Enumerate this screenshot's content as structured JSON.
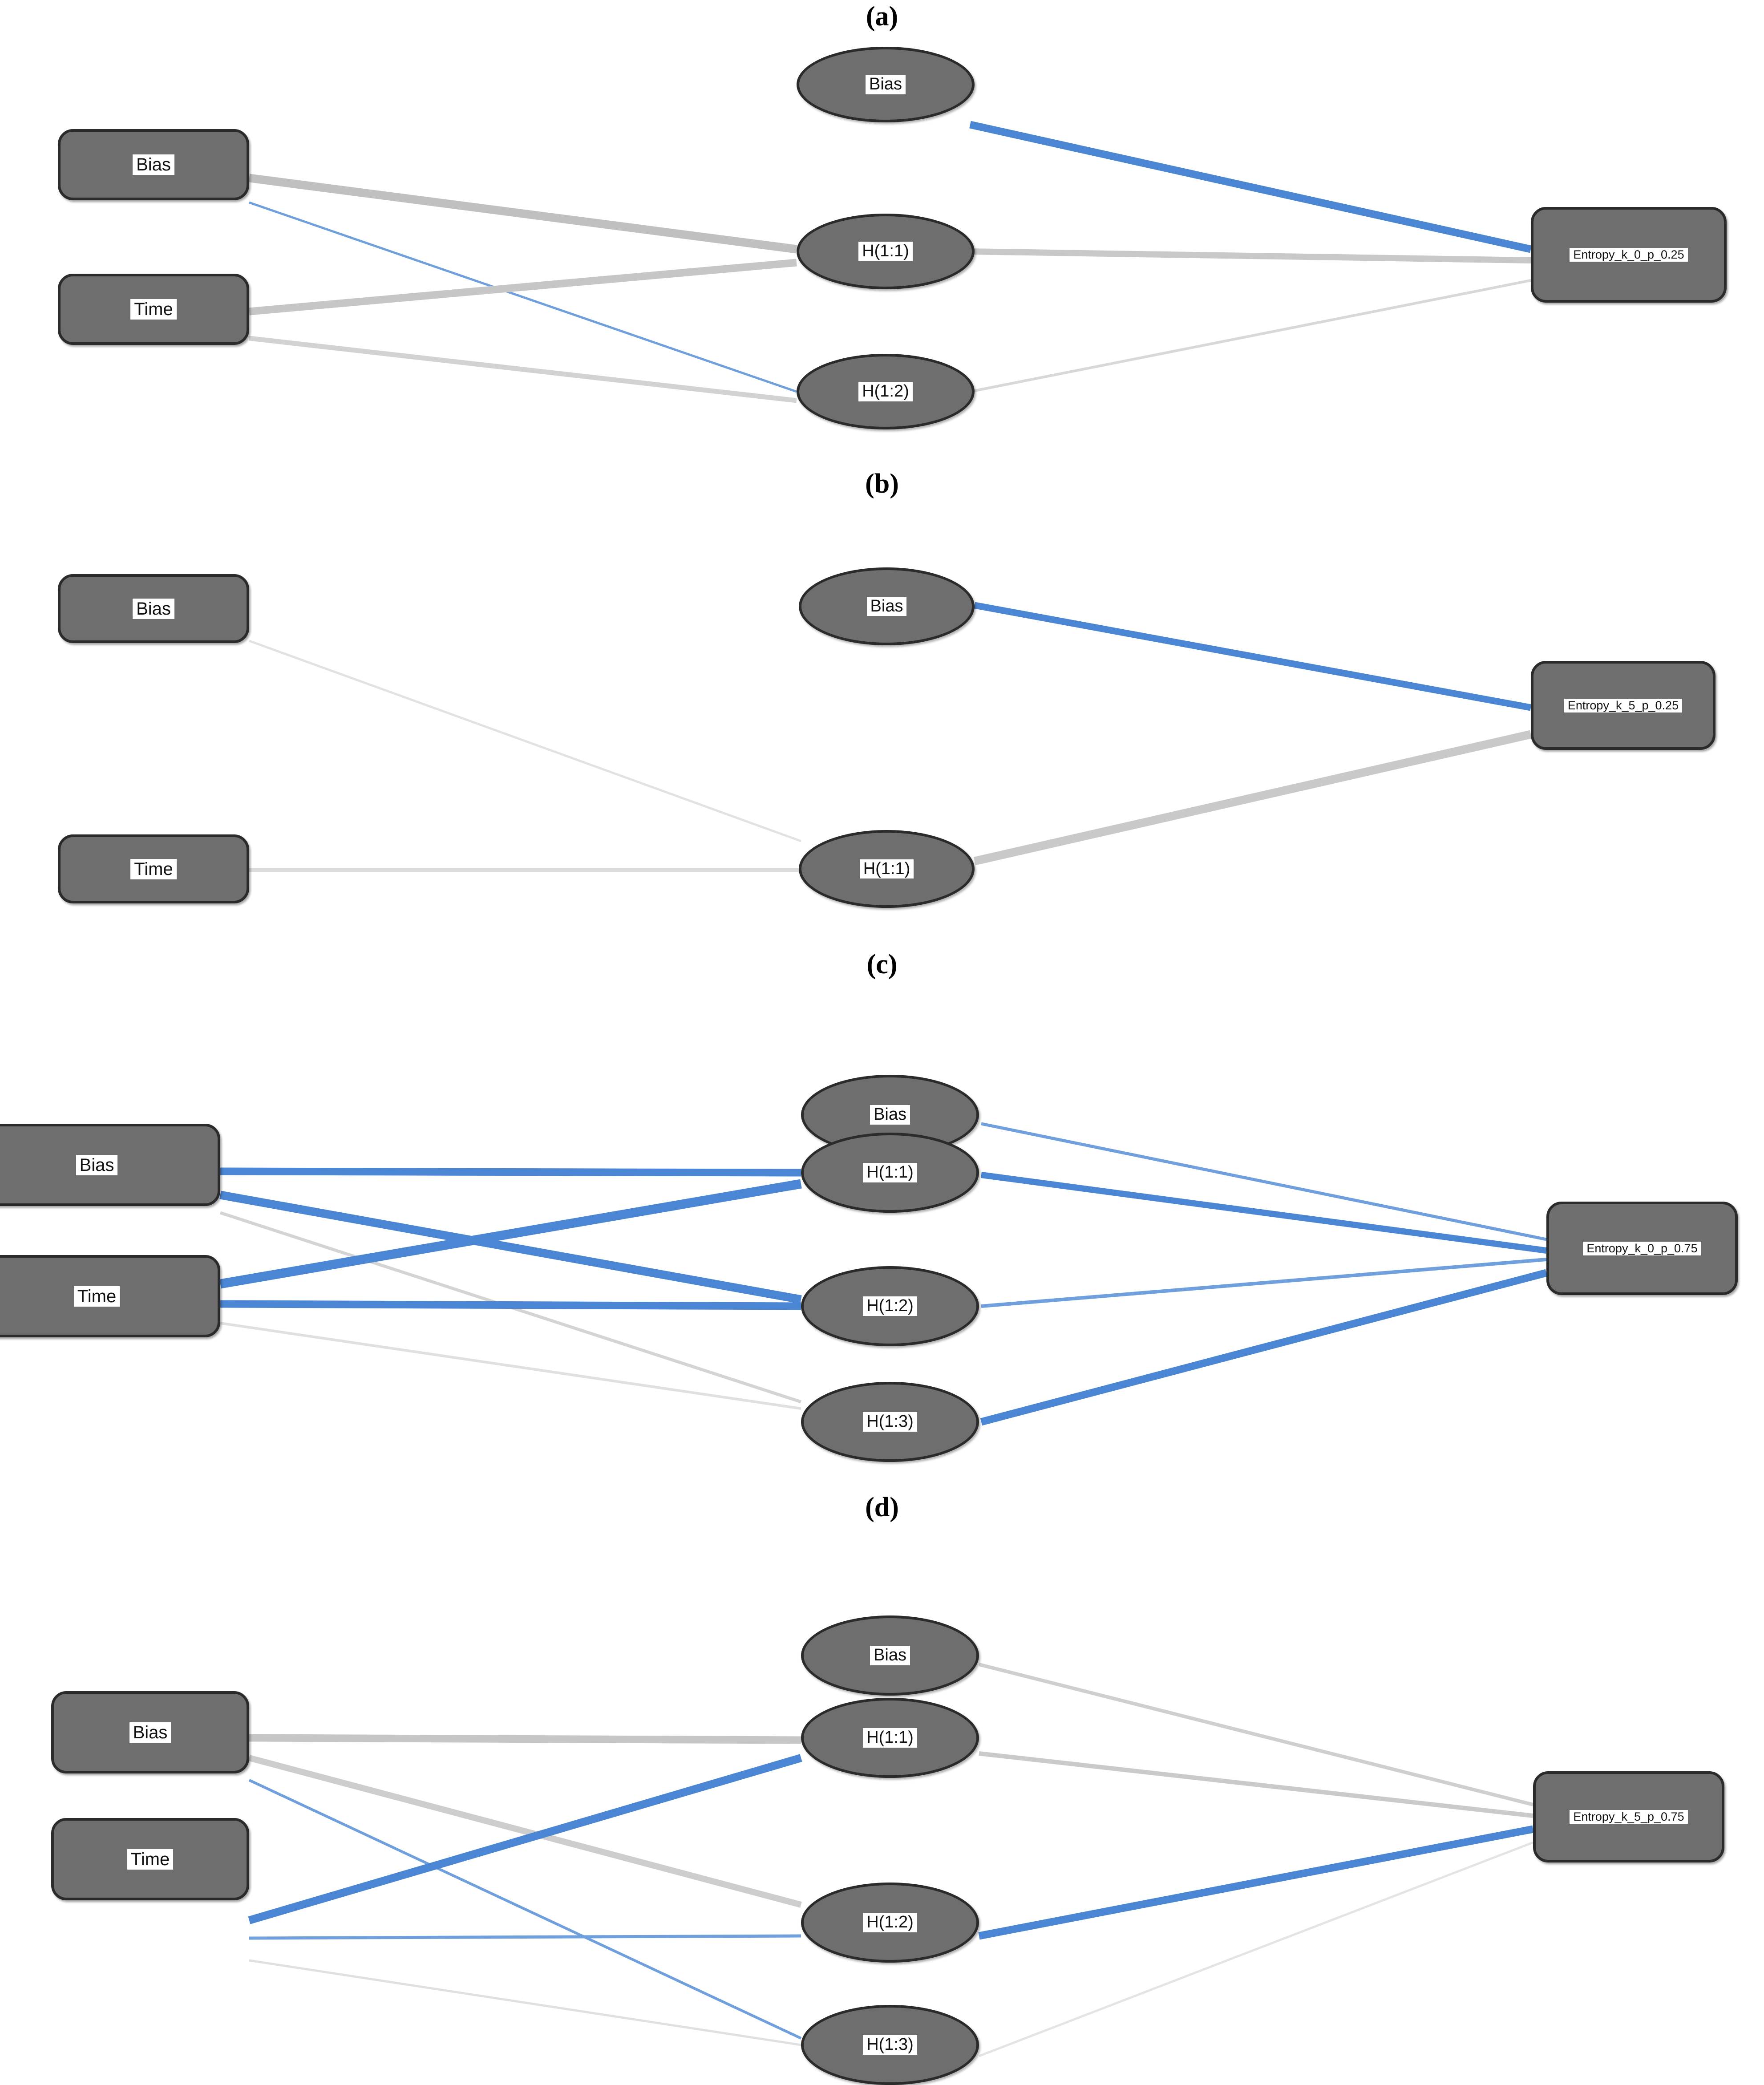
{
  "figure": {
    "title": "Neural network architecture diagrams for entropy prediction models",
    "background": "#ffffff",
    "panel_count": 4,
    "colors": {
      "node_fill": "#6e6e6e",
      "node_border": "#2b2b2b",
      "label_box": "#ffffff",
      "edge_positive_blue": "#4a86d4",
      "edge_negative_gray": "#c8c8c8",
      "text": "#121212"
    }
  },
  "panels": [
    {
      "id": "a",
      "label": "(a)",
      "input_layer": [
        {
          "id": "in-bias",
          "label": "Bias"
        },
        {
          "id": "in-time",
          "label": "Time"
        }
      ],
      "hidden_layer": [
        {
          "id": "h-bias",
          "label": "Bias"
        },
        {
          "id": "h-1-1",
          "label": "H(1:1)"
        },
        {
          "id": "h-1-2",
          "label": "H(1:2)"
        }
      ],
      "output_layer": [
        {
          "id": "out",
          "label": "Entropy_k_0_p_0.25"
        }
      ],
      "edges": [
        {
          "from": "in-bias",
          "to": "h-1-1",
          "color": "#c0c0c0",
          "width": 19
        },
        {
          "from": "in-bias",
          "to": "h-1-2",
          "color": "#6f9fdd",
          "width": 5
        },
        {
          "from": "in-time",
          "to": "h-1-1",
          "color": "#c6c6c6",
          "width": 17
        },
        {
          "from": "in-time",
          "to": "h-1-2",
          "color": "#d2d2d2",
          "width": 11
        },
        {
          "from": "h-bias",
          "to": "out",
          "color": "#4a86d4",
          "width": 17
        },
        {
          "from": "h-1-1",
          "to": "out",
          "color": "#c8c8c8",
          "width": 14
        },
        {
          "from": "h-1-2",
          "to": "out",
          "color": "#d8d8d8",
          "width": 6
        }
      ]
    },
    {
      "id": "b",
      "label": "(b)",
      "input_layer": [
        {
          "id": "in-bias",
          "label": "Bias"
        },
        {
          "id": "in-time",
          "label": "Time"
        }
      ],
      "hidden_layer": [
        {
          "id": "h-bias",
          "label": "Bias"
        },
        {
          "id": "h-1-1",
          "label": "H(1:1)"
        }
      ],
      "output_layer": [
        {
          "id": "out",
          "label": "Entropy_k_5_p_0.25"
        }
      ],
      "edges": [
        {
          "from": "in-bias",
          "to": "h-1-1",
          "color": "#e2e2e2",
          "width": 5
        },
        {
          "from": "in-time",
          "to": "h-1-1",
          "color": "#dcdcdc",
          "width": 9
        },
        {
          "from": "h-bias",
          "to": "out",
          "color": "#4a86d4",
          "width": 15
        },
        {
          "from": "h-1-1",
          "to": "out",
          "color": "#c9c9c9",
          "width": 19
        }
      ]
    },
    {
      "id": "c",
      "label": "(c)",
      "input_layer": [
        {
          "id": "in-bias",
          "label": "Bias"
        },
        {
          "id": "in-time",
          "label": "Time"
        }
      ],
      "hidden_layer": [
        {
          "id": "h-bias",
          "label": "Bias"
        },
        {
          "id": "h-1-1",
          "label": "H(1:1)"
        },
        {
          "id": "h-1-2",
          "label": "H(1:2)"
        },
        {
          "id": "h-1-3",
          "label": "H(1:3)"
        }
      ],
      "output_layer": [
        {
          "id": "out",
          "label": "Entropy_k_0_p_0.75"
        }
      ],
      "edges": [
        {
          "from": "in-bias",
          "to": "h-1-1",
          "color": "#4a86d4",
          "width": 17
        },
        {
          "from": "in-bias",
          "to": "h-1-2",
          "color": "#4a86d4",
          "width": 19
        },
        {
          "from": "in-bias",
          "to": "h-1-3",
          "color": "#d4d4d4",
          "width": 7
        },
        {
          "from": "in-time",
          "to": "h-1-1",
          "color": "#4a86d4",
          "width": 21
        },
        {
          "from": "in-time",
          "to": "h-1-2",
          "color": "#4a86d4",
          "width": 17
        },
        {
          "from": "in-time",
          "to": "h-1-3",
          "color": "#e0e0e0",
          "width": 6
        },
        {
          "from": "h-bias",
          "to": "out",
          "color": "#6f9fdd",
          "width": 7
        },
        {
          "from": "h-1-1",
          "to": "out",
          "color": "#4a86d4",
          "width": 14
        },
        {
          "from": "h-1-2",
          "to": "out",
          "color": "#6f9fdd",
          "width": 8
        },
        {
          "from": "h-1-3",
          "to": "out",
          "color": "#4a86d4",
          "width": 17
        }
      ]
    },
    {
      "id": "d",
      "label": "(d)",
      "input_layer": [
        {
          "id": "in-bias",
          "label": "Bias"
        },
        {
          "id": "in-time",
          "label": "Time"
        }
      ],
      "hidden_layer": [
        {
          "id": "h-bias",
          "label": "Bias"
        },
        {
          "id": "h-1-1",
          "label": "H(1:1)"
        },
        {
          "id": "h-1-2",
          "label": "H(1:2)"
        },
        {
          "id": "h-1-3",
          "label": "H(1:3)"
        }
      ],
      "output_layer": [
        {
          "id": "out",
          "label": "Entropy_k_5_p_0.75"
        }
      ],
      "edges": [
        {
          "from": "in-bias",
          "to": "h-1-1",
          "color": "#c6c6c6",
          "width": 17
        },
        {
          "from": "in-bias",
          "to": "h-1-2",
          "color": "#cdcdcd",
          "width": 14
        },
        {
          "from": "in-bias",
          "to": "h-1-3",
          "color": "#6f9fdd",
          "width": 6
        },
        {
          "from": "in-time",
          "to": "h-1-1",
          "color": "#4a86d4",
          "width": 18
        },
        {
          "from": "in-time",
          "to": "h-1-2",
          "color": "#6f9fdd",
          "width": 7
        },
        {
          "from": "in-time",
          "to": "h-1-3",
          "color": "#e0e0e0",
          "width": 5
        },
        {
          "from": "h-bias",
          "to": "out",
          "color": "#cfcfcf",
          "width": 8
        },
        {
          "from": "h-1-1",
          "to": "out",
          "color": "#cacaca",
          "width": 10
        },
        {
          "from": "h-1-2",
          "to": "out",
          "color": "#4a86d4",
          "width": 17
        },
        {
          "from": "h-1-3",
          "to": "out",
          "color": "#e4e4e4",
          "width": 5
        }
      ]
    }
  ]
}
